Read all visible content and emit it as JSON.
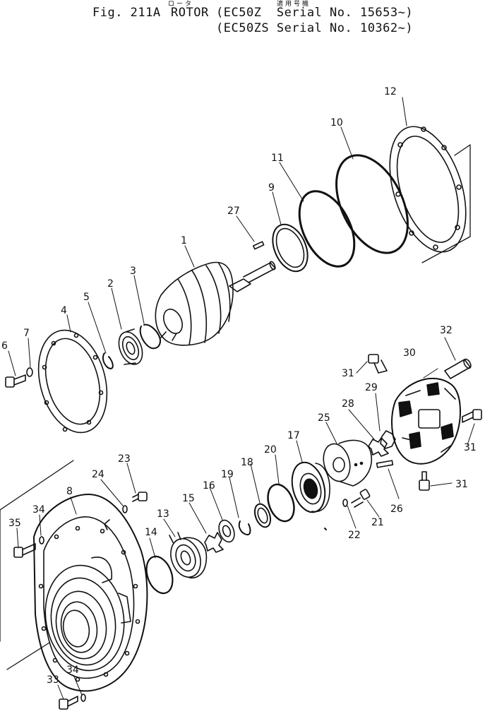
{
  "header": {
    "kana": "ロータ",
    "fig_label": "Fig. 211A",
    "title": "ROTOR",
    "applicable_note": "適用号機",
    "serial_lines": [
      "(EC50Z  Serial No. 15653~)",
      "(EC50ZS Serial No. 10362~)"
    ]
  },
  "callouts": [
    "1",
    "2",
    "3",
    "4",
    "5",
    "6",
    "7",
    "8",
    "9",
    "10",
    "11",
    "12",
    "13",
    "14",
    "15",
    "16",
    "17",
    "18",
    "19",
    "20",
    "21",
    "22",
    "23",
    "24",
    "25",
    "26",
    "27",
    "28",
    "29",
    "30",
    "31",
    "31",
    "31",
    "31",
    "32",
    "33",
    "34",
    "34",
    "35"
  ],
  "colors": {
    "ink": "#111111",
    "paper": "#ffffff"
  }
}
